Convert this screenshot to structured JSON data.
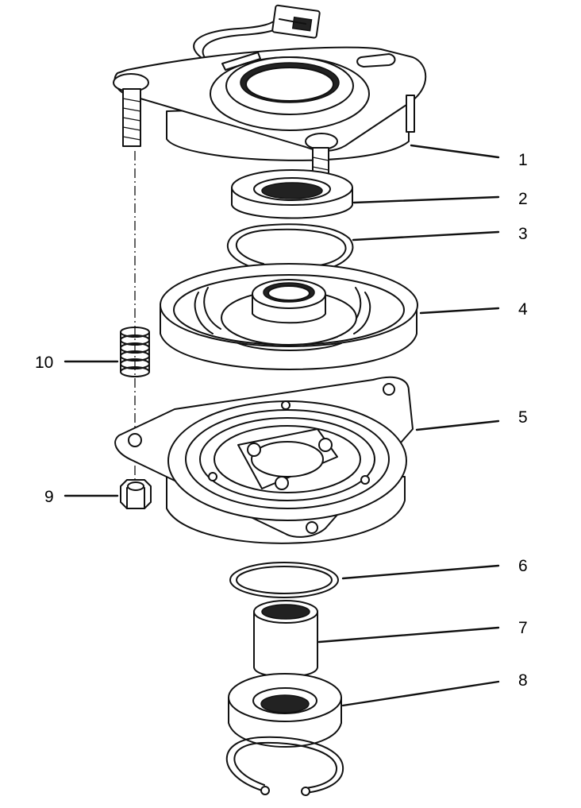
{
  "callouts": [
    {
      "id": 1,
      "text": "1"
    },
    {
      "id": 2,
      "text": "2"
    },
    {
      "id": 3,
      "text": "3"
    },
    {
      "id": 4,
      "text": "4"
    },
    {
      "id": 5,
      "text": "5"
    },
    {
      "id": 6,
      "text": "6"
    },
    {
      "id": 7,
      "text": "7"
    },
    {
      "id": 8,
      "text": "8"
    },
    {
      "id": 9,
      "text": "9"
    },
    {
      "id": 10,
      "text": "10"
    }
  ]
}
